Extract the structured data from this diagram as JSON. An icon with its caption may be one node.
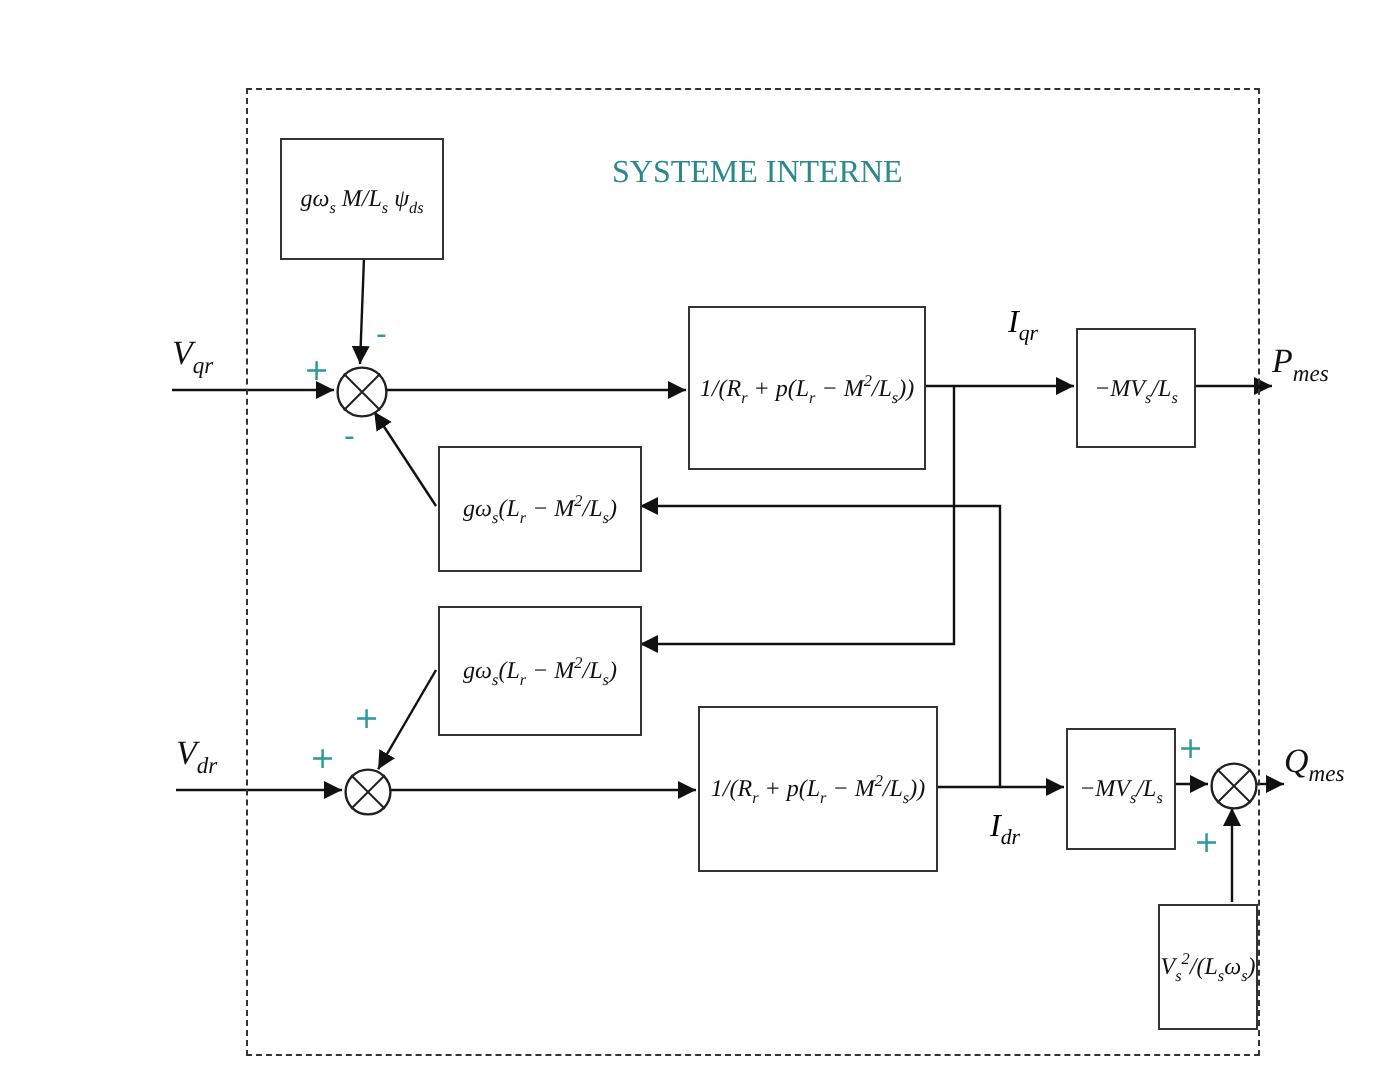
{
  "diagram": {
    "nodes": [
      {
        "text": [
          "SYSTEME INTERNE"
        ]
      },
      {
        "text": [
          "gω$_{s}$ M/L$_{s}$ ψ$_{ds}$"
        ],
        "in": 0
      },
      {
        "text": [],
        "shape": "circle",
        "in": 0,
        "beside": [
          "+",
          "-",
          "-"
        ]
      },
      {
        "text": [
          "1/(R$_{r}$ + p(L$_{r}$ − M$^{2}$/L$_{s}$))"
        ],
        "in": 0
      },
      {
        "text": [
          "−MV$_{s}$/L$_{s}$"
        ],
        "in": 0
      },
      {
        "text": [
          "gω$_{s}$(L$_{r}$ − M$^{2}$/L$_{s}$)"
        ],
        "in": 0
      },
      {
        "text": [
          "gω$_{s}$(L$_{r}$ − M$^{2}$/L$_{s}$)"
        ],
        "in": 0
      },
      {
        "text": [],
        "shape": "circle",
        "in": 0,
        "beside": [
          "+",
          "+"
        ]
      },
      {
        "text": [
          "1/(R$_{r}$ + p(L$_{r}$ − M$^{2}$/L$_{s}$))"
        ],
        "in": 0
      },
      {
        "text": [
          "−MV$_{s}$/L$_{s}$"
        ],
        "in": 0
      },
      {
        "text": [],
        "shape": "circle",
        "in": 0,
        "beside": [
          "+",
          "+"
        ]
      },
      {
        "text": [
          "V$_{s}$$^{2}$/(L$_{s}$ω$_{s}$)"
        ],
        "in": 0
      },
      {
        "text": [
          "V$_{qr}$"
        ]
      },
      {
        "text": [
          "P$_{mes}$"
        ]
      },
      {
        "text": [
          "V$_{dr}$"
        ]
      },
      {
        "text": [
          "Q$_{mes}$"
        ]
      }
    ],
    "edges": [
      {
        "from": 12,
        "to": 2,
        "arrow": "to"
      },
      {
        "from": 1,
        "to": 2,
        "arrow": "to"
      },
      {
        "from": 2,
        "to": 3,
        "arrow": "to"
      },
      {
        "from": 3,
        "to": 4,
        "arrow": "to",
        "label": "I$_{qr}$"
      },
      {
        "from": 4,
        "to": 13,
        "arrow": "to"
      },
      {
        "from": 3,
        "to": 6,
        "arrow": "to"
      },
      {
        "from": 8,
        "to": 5,
        "arrow": "to"
      },
      {
        "from": 5,
        "to": 2,
        "arrow": "to"
      },
      {
        "from": 14,
        "to": 7,
        "arrow": "to"
      },
      {
        "from": 6,
        "to": 7,
        "arrow": "to"
      },
      {
        "from": 7,
        "to": 8,
        "arrow": "to"
      },
      {
        "from": 8,
        "to": 9,
        "arrow": "to",
        "label": "I$_{dr}$"
      },
      {
        "from": 9,
        "to": 10,
        "arrow": "to"
      },
      {
        "from": 11,
        "to": 10,
        "arrow": "to"
      },
      {
        "from": 10,
        "to": 15,
        "arrow": "to"
      }
    ]
  }
}
